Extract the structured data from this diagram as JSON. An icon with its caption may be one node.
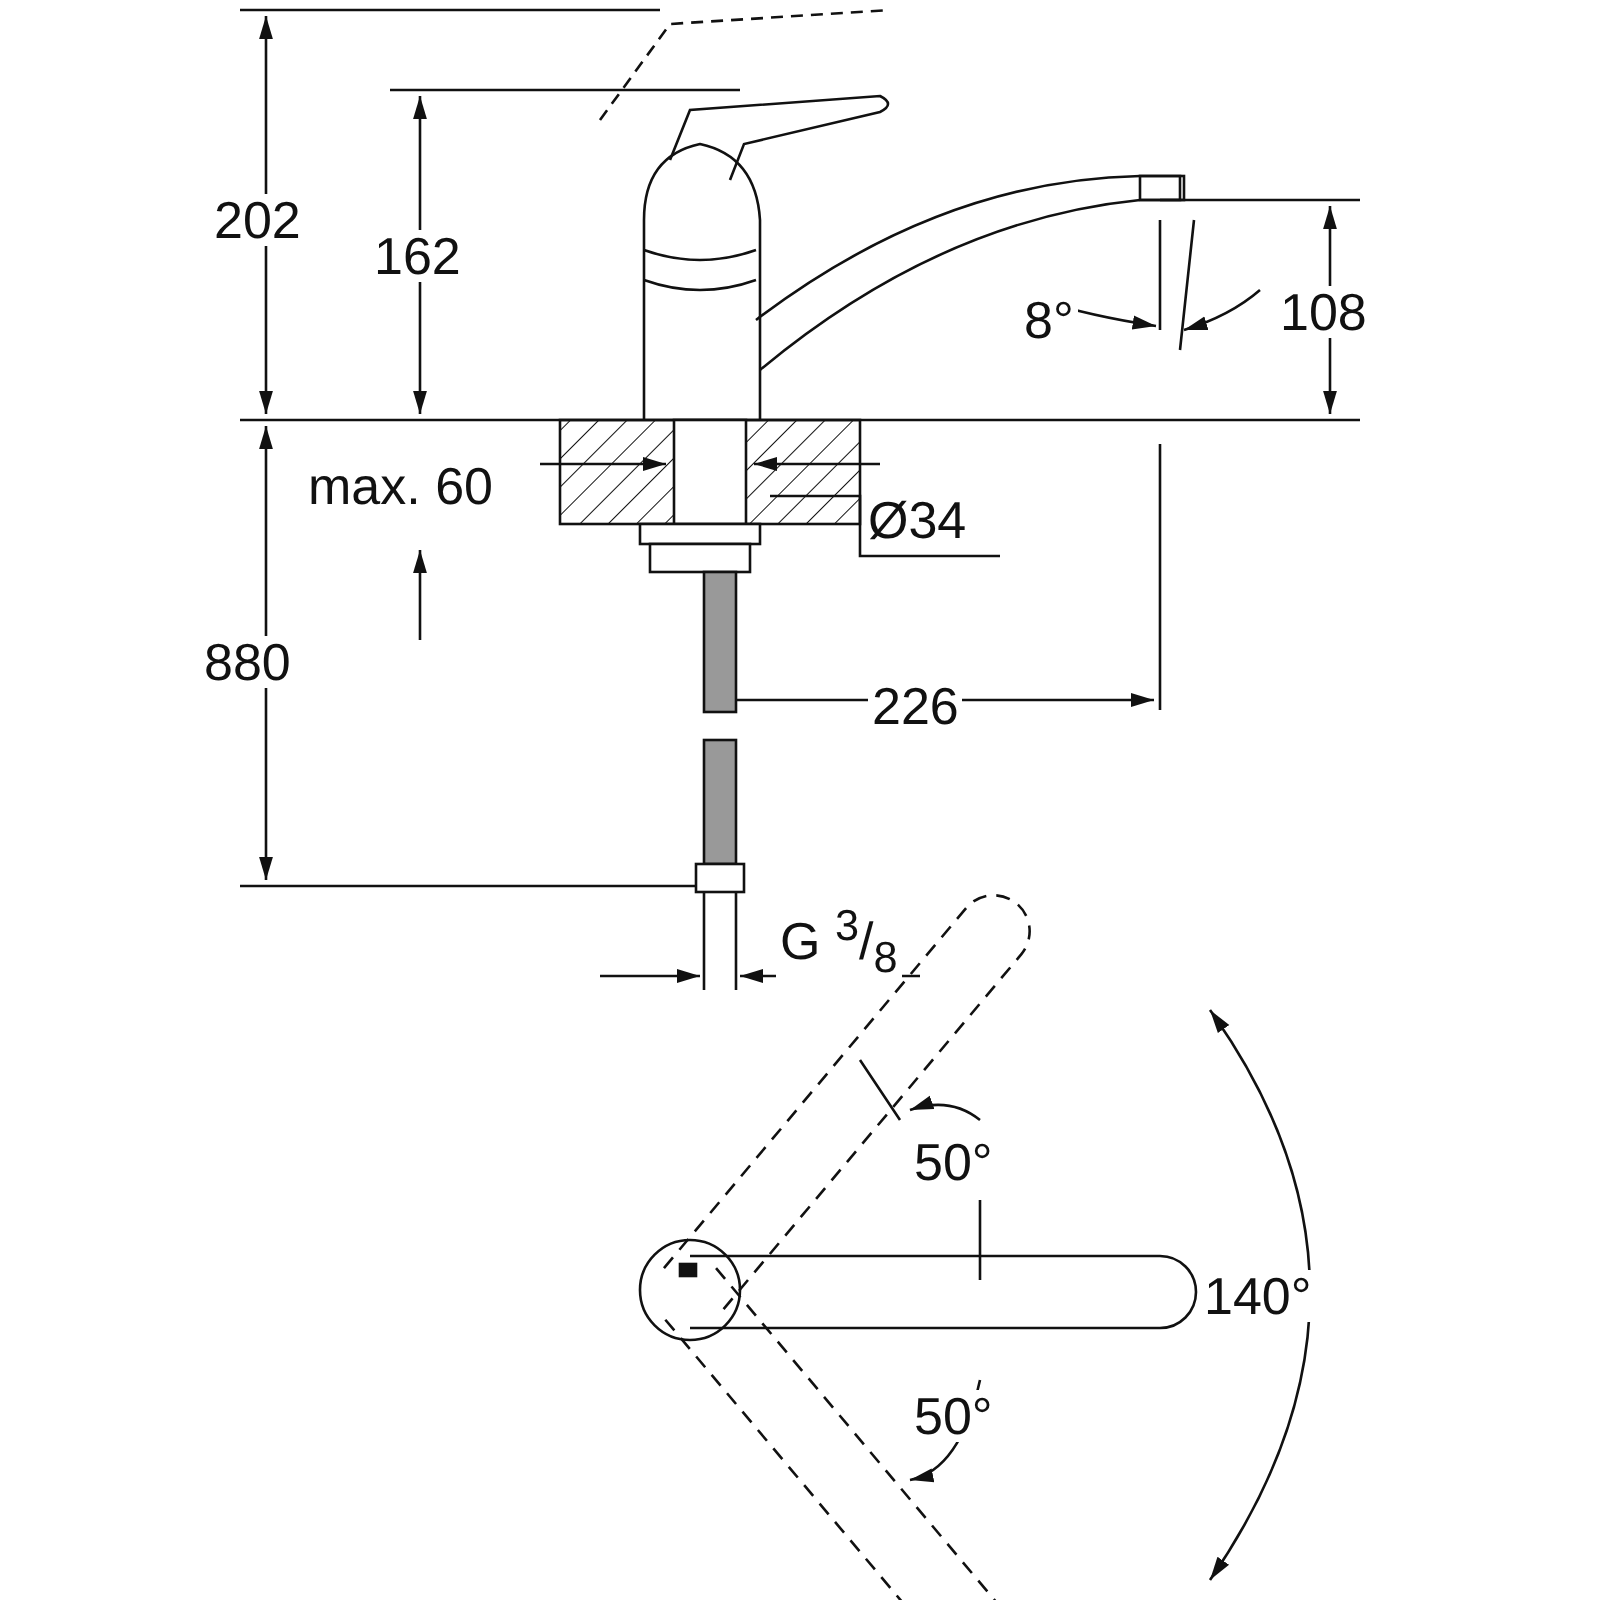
{
  "diagram": {
    "labels": [
      "202",
      "162",
      "8°",
      "108",
      "max. 60",
      "Ø34",
      "880",
      "226",
      "G $^{3}$/$_{8}$",
      "50°",
      "140°",
      "50°"
    ]
  }
}
